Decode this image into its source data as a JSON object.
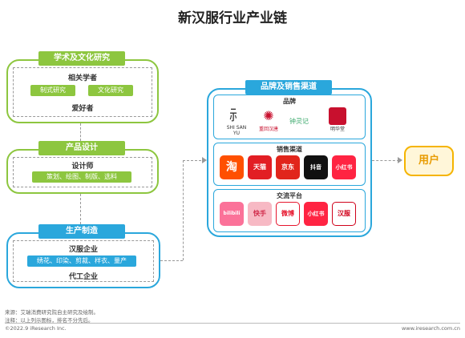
{
  "title": "新汉服行业产业链",
  "stages": {
    "academic": {
      "header": "学术及文化研究",
      "top": "相关学者",
      "chips": [
        "制式研究",
        "文化研究"
      ],
      "bottom": "爱好者"
    },
    "design": {
      "header": "产品设计",
      "top": "设计师",
      "chip": "策划、绘图、制版、选料"
    },
    "manufacture": {
      "header": "生产制造",
      "top": "汉服企业",
      "chip": "绣花、印染、剪裁、样衣、量产",
      "bottom": "代工企业"
    }
  },
  "channels": {
    "header": "品牌及销售渠道",
    "brands": {
      "title": "品牌",
      "items": [
        "SHI SAN YU",
        "重回汉唐",
        "钟灵记",
        "明华堂"
      ]
    },
    "sales": {
      "title": "销售渠道",
      "items": [
        "淘",
        "天猫",
        "京东",
        "抖音",
        "小红书"
      ]
    },
    "social": {
      "title": "交流平台",
      "items": [
        "bilibili",
        "快手",
        "微博",
        "小红书",
        "汉服"
      ]
    }
  },
  "user": "用户",
  "footer": {
    "source": "来源：艾瑞消费研究院自主研究及绘制。",
    "note": "注释：以上列示图标，排名不分先后。",
    "copyright": "©2022.9 iResearch Inc.",
    "website": "www.iresearch.com.cn"
  },
  "colors": {
    "green": "#8dc63f",
    "blue": "#2aa7dc",
    "user": "#f5b400"
  }
}
